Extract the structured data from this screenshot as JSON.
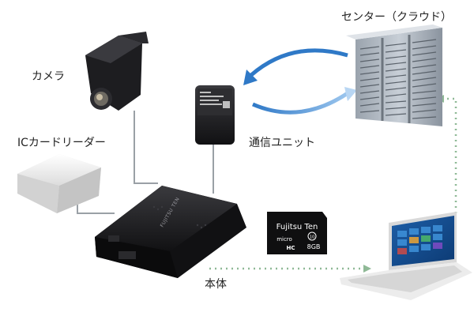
{
  "labels": {
    "center": "センター（クラウド）",
    "camera": "カメラ",
    "ic_reader": "ICカードリーダー",
    "comm_unit": "通信ユニット",
    "main_unit": "本体"
  },
  "devices": {
    "main_unit_brand": "FUJITSU TEN",
    "sd_brand": "Fujitsu Ten",
    "sd_logo": "micro",
    "sd_capacity": "8GB",
    "sd_class": "10",
    "sd_type": "HC"
  },
  "colors": {
    "arrow_blue": "#2f79c7",
    "dotted_green": "#8fb996",
    "cable": "#9aa0a6",
    "device_black": "#1b1b1d"
  }
}
